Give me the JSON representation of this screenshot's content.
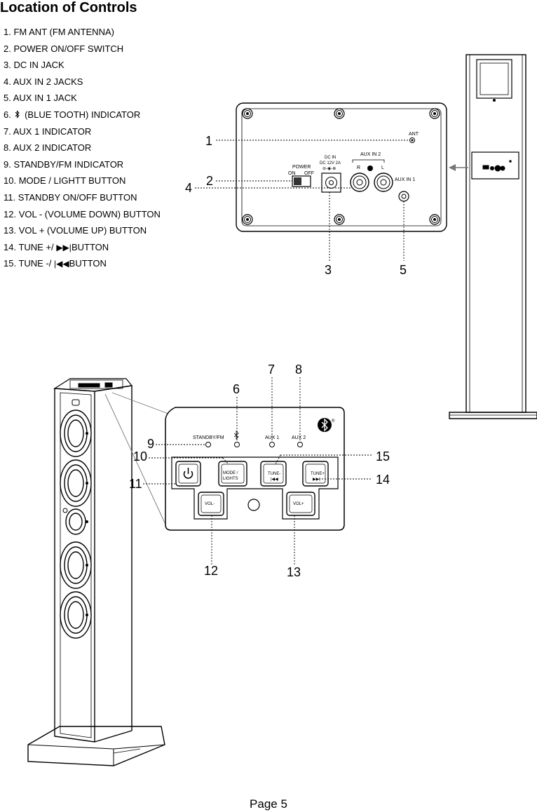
{
  "title": "Location of Controls",
  "controls": [
    {
      "num": "1.",
      "text": "FM ANT (FM ANTENNA)"
    },
    {
      "num": "2.",
      "text": "POWER ON/OFF SWITCH"
    },
    {
      "num": "3.",
      "text": "DC IN JACK"
    },
    {
      "num": "4.",
      "text": "AUX IN 2 JACKS"
    },
    {
      "num": "5.",
      "text": "AUX IN 1 JACK"
    },
    {
      "num": "6.",
      "icon": "bluetooth-icon",
      "text": "(BLUE TOOTH) INDICATOR"
    },
    {
      "num": "7.",
      "text": "AUX 1 INDICATOR"
    },
    {
      "num": "8.",
      "text": "AUX 2 INDICATOR"
    },
    {
      "num": "9.",
      "text": "STANDBY/FM INDICATOR"
    },
    {
      "num": "10.",
      "text": "MODE / LIGHTT BUTTON"
    },
    {
      "num": "11.",
      "text": "STANDBY ON/OFF BUTTON"
    },
    {
      "num": "12.",
      "text": "VOL - (VOLUME DOWN) BUTTON"
    },
    {
      "num": "13.",
      "text": "VOL + (VOLUME UP) BUTTON"
    },
    {
      "num": "14.",
      "text": "TUNE +/",
      "icon": "next-track-icon",
      "text2": "BUTTON"
    },
    {
      "num": "15.",
      "text": "TUNE -/",
      "icon": "prev-track-icon",
      "text2": "BUTTON"
    }
  ],
  "rear_panel": {
    "ant": "ANT",
    "dc_in": "DC IN",
    "dc_spec": "DC 12V 2A",
    "aux_in_2": "AUX IN 2",
    "right": "R",
    "left": "L",
    "aux_in_1": "AUX IN 1",
    "power": "POWER",
    "on": "ON",
    "off": "OFF",
    "callouts": [
      "1",
      "2",
      "3",
      "4",
      "5"
    ]
  },
  "top_panel": {
    "standby_fm": "STANDBY/FM",
    "aux_1": "AUX 1",
    "aux_2": "AUX 2",
    "mode_line1": "MODE /",
    "mode_line2": "LIGHTS",
    "tune_minus": "TUNE-",
    "tune_plus": "TUNE+",
    "vol_minus": "VOL-",
    "vol_plus": "VOL+",
    "registered": "®",
    "callouts": [
      "6",
      "7",
      "8",
      "9",
      "10",
      "11",
      "12",
      "13",
      "14",
      "15"
    ]
  },
  "footer": "Page 5"
}
